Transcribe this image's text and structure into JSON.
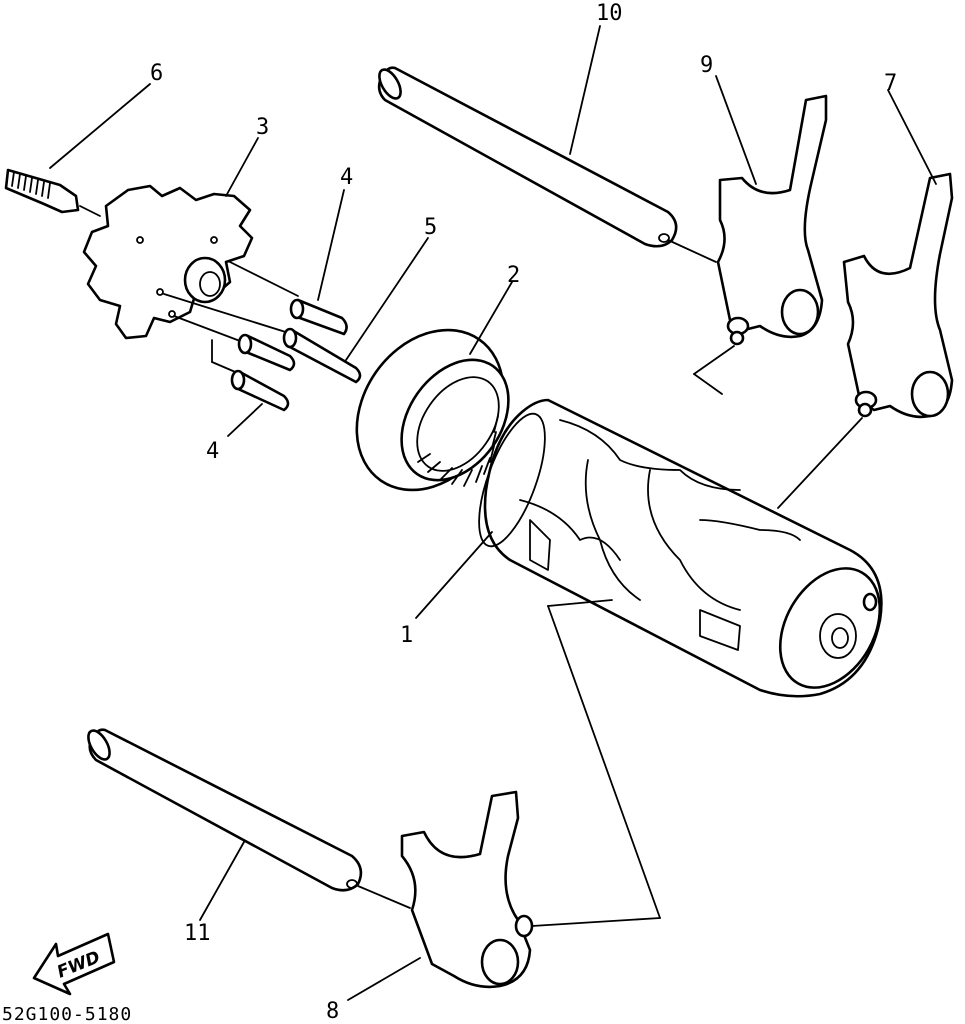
{
  "diagram": {
    "part_labels": {
      "shift_drum": "1",
      "bearing": "2",
      "drum_segment": "3",
      "pin_top": "4",
      "pin_bottom": "4",
      "dowel_pin": "5",
      "screw": "6",
      "fork_right": "7",
      "fork_bottom": "8",
      "fork_center": "9",
      "guide_bar_top": "10",
      "guide_bar_bottom": "11"
    },
    "direction_badge": "FWD",
    "drawing_code": "52G100-5180"
  }
}
